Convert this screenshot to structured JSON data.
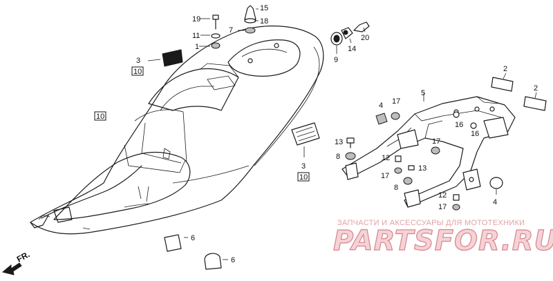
{
  "watermark": {
    "caption": "ЗАПЧАСТИ И АКСЕССУАРЫ ДЛЯ МОТОТЕХНИКИ",
    "logo": "PARTSFOR.RU"
  },
  "direction": {
    "label": "FR."
  },
  "callouts": {
    "c19": "19",
    "c15": "15",
    "c18": "18",
    "c7": "7",
    "c11": "11",
    "c1": "1",
    "c3a": "3",
    "c10a": "10",
    "c10b": "10",
    "c9": "9",
    "c14": "14",
    "c20": "20",
    "c2a": "2",
    "c2b": "2",
    "c5": "5",
    "c4a": "4",
    "c17a": "17",
    "c16a": "16",
    "c16b": "16",
    "c13a": "13",
    "c8a": "8",
    "c17b": "17",
    "c3b": "3",
    "c10c": "10",
    "c12a": "12",
    "c17c": "17",
    "c13b": "13",
    "c8b": "8",
    "c12b": "12",
    "c17d": "17",
    "c4b": "4",
    "c6a": "6",
    "c6b": "6"
  }
}
